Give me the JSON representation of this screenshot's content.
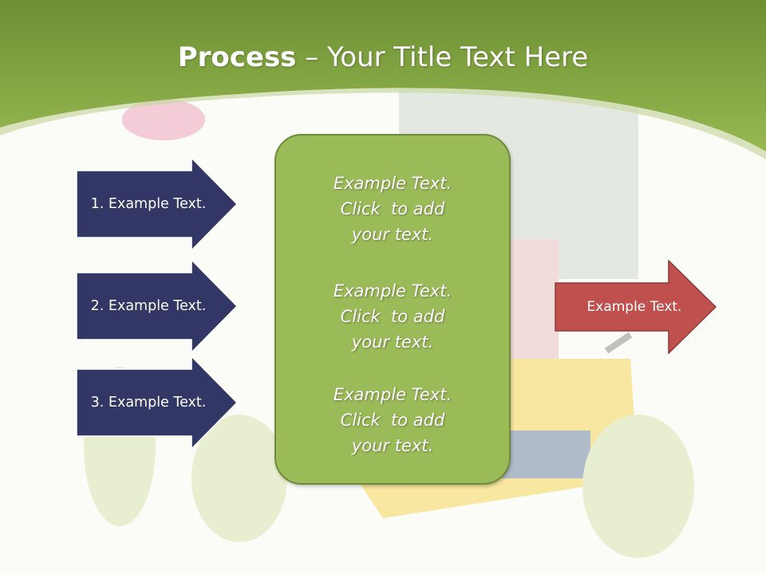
{
  "title": {
    "bold": "Process",
    "rest": " – Your Title Text Here"
  },
  "colors": {
    "header_green": "#8cae45",
    "arrow_navy": "#323766",
    "arrow_red": "#c0504d",
    "box_green": "#9bbb59",
    "box_border": "#6f8a3a"
  },
  "steps": [
    {
      "label": "1. Example Text."
    },
    {
      "label": "2. Example Text."
    },
    {
      "label": "3. Example Text."
    }
  ],
  "center": {
    "paragraphs": [
      {
        "lines": [
          "Example Text.",
          "Click  to add",
          "your text."
        ]
      },
      {
        "lines": [
          "Example Text.",
          "Click  to add",
          "your text."
        ]
      },
      {
        "lines": [
          "Example Text.",
          "Click  to add",
          "your text."
        ]
      }
    ]
  },
  "output": {
    "label": "Example Text."
  }
}
